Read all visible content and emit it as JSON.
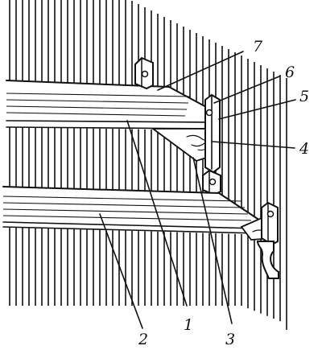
{
  "figure": {
    "callouts": [
      {
        "id": "1",
        "label": "1"
      },
      {
        "id": "2",
        "label": "2"
      },
      {
        "id": "3",
        "label": "3"
      },
      {
        "id": "4",
        "label": "4"
      },
      {
        "id": "5",
        "label": "5"
      },
      {
        "id": "6",
        "label": "6"
      },
      {
        "id": "7",
        "label": "7"
      }
    ],
    "colors": {
      "ink": "#111111",
      "paper": "#ffffff"
    }
  }
}
